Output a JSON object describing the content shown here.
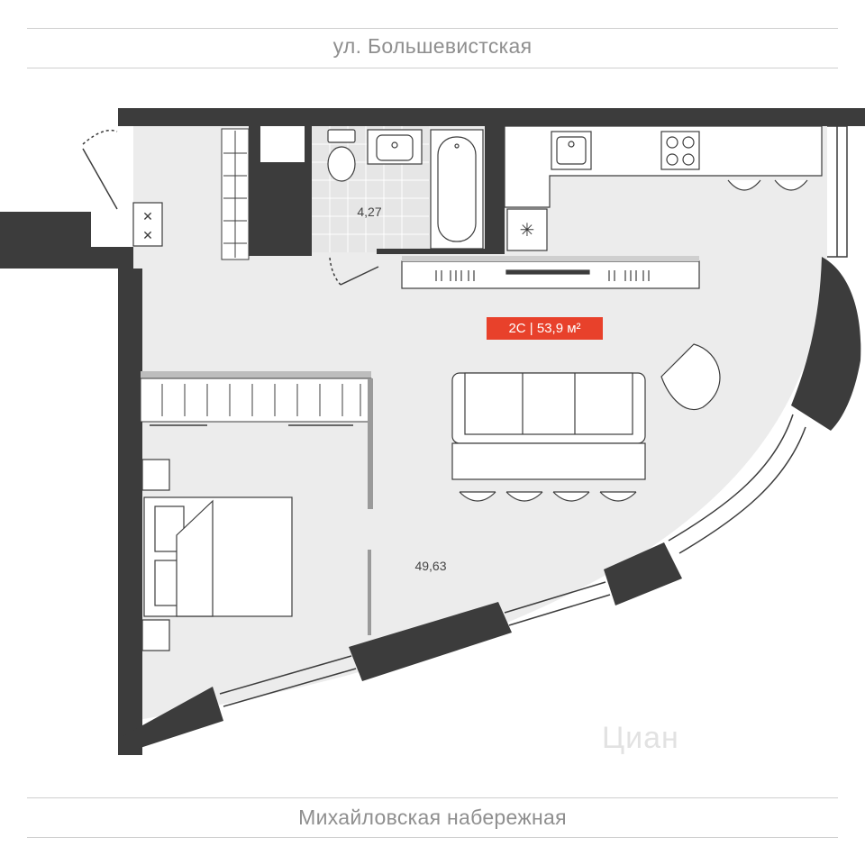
{
  "streets": {
    "top": "ул. Большевистская",
    "bottom": "Михайловская набережная"
  },
  "unit_badge": "2С | 53,9 м²",
  "rooms": {
    "bathroom_area": "4,27",
    "living_area": "49,63"
  },
  "watermark": "Циан",
  "colors": {
    "wall": "#3c3c3c",
    "floor": "#ececec",
    "accent": "#e8412b",
    "rule": "#cfcfcf",
    "street_text": "#8f8f8f"
  }
}
